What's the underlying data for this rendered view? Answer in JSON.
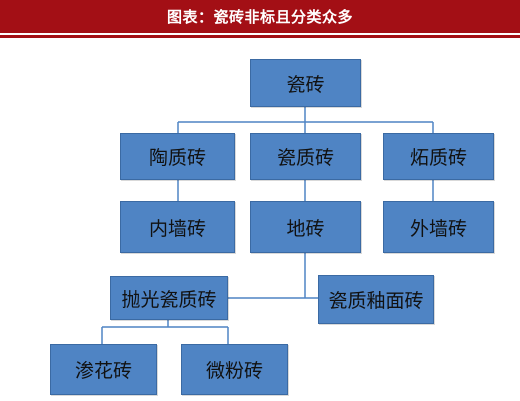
{
  "header": {
    "title": "图表：瓷砖非标且分类众多"
  },
  "colors": {
    "header_bg": "#a30f15",
    "box_fill": "#4f84c4",
    "box_border": "#3b6aa3",
    "connector": "#4f84c4"
  },
  "diagram": {
    "root": "瓷砖",
    "level1": [
      "陶质砖",
      "瓷质砖",
      "炻质砖"
    ],
    "level2": [
      "内墙砖",
      "地砖",
      "外墙砖"
    ],
    "level3": [
      "抛光瓷质砖",
      "瓷质釉面砖"
    ],
    "level4": [
      "渗花砖",
      "微粉砖"
    ]
  }
}
